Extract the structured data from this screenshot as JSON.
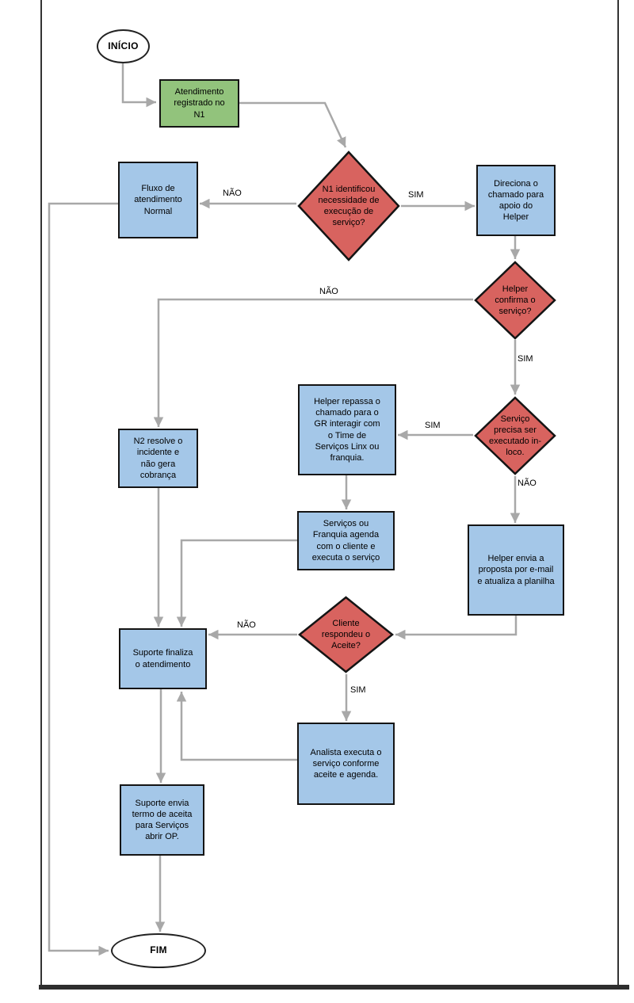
{
  "diagram": {
    "colors": {
      "process_fill": "#A4C7E8",
      "decision_fill": "#D8635F",
      "start_fill": "#92C37C",
      "terminator_fill": "#FFFFFF",
      "connector": "#A8A8A8",
      "shape_border": "#141414"
    },
    "nodes": {
      "inicio": {
        "type": "terminator",
        "label": "INÍCIO"
      },
      "atendimento_registrado": {
        "type": "process-start",
        "label": "Atendimento\nregistrado no\nN1"
      },
      "n1_identificou": {
        "type": "decision",
        "label": "N1 identificou\nnecessidade de\nexecução de\nserviço?"
      },
      "fluxo_normal": {
        "type": "process",
        "label": "Fluxo de\natendimento\nNormal"
      },
      "direciona_chamado": {
        "type": "process",
        "label": "Direciona o\nchamado para\napoio do\nHelper"
      },
      "helper_confirma": {
        "type": "decision",
        "label": "Helper\nconfirma o\nserviço?"
      },
      "n2_resolve": {
        "type": "process",
        "label": "N2 resolve o\nincidente e\nnão gera\ncobrança"
      },
      "servico_inloco": {
        "type": "decision",
        "label": "Serviço\nprecisa ser\nexecutado in-\nloco."
      },
      "helper_repassa": {
        "type": "process",
        "label": "Helper repassa o\nchamado para o\nGR interagir com\no Time de\nServiços Linx ou\nfranquia."
      },
      "servicos_franquia": {
        "type": "process",
        "label": "Serviços ou\nFranquia agenda\ncom o cliente e\nexecuta o serviço"
      },
      "helper_envia": {
        "type": "process",
        "label": "Helper envia a\nproposta por e-mail\ne atualiza a planilha"
      },
      "cliente_respondeu": {
        "type": "decision",
        "label": "Cliente\nrespondeu o\nAceite?"
      },
      "suporte_finaliza": {
        "type": "process",
        "label": "Suporte finaliza\no atendimento"
      },
      "analista_executa": {
        "type": "process",
        "label": "Analista  executa o\nserviço conforme\naceite e  agenda."
      },
      "suporte_envia_termo": {
        "type": "process",
        "label": "Suporte envia\ntermo de aceita\npara Serviços\nabrir OP."
      },
      "fim": {
        "type": "terminator",
        "label": "FIM"
      }
    },
    "edge_labels": {
      "n1_sim": "SIM",
      "n1_nao": "NÃO",
      "helper_nao": "NÃO",
      "helper_sim": "SIM",
      "inloco_sim": "SIM",
      "inloco_nao": "NÃO",
      "aceite_nao": "NÃO",
      "aceite_sim": "SIM"
    }
  }
}
